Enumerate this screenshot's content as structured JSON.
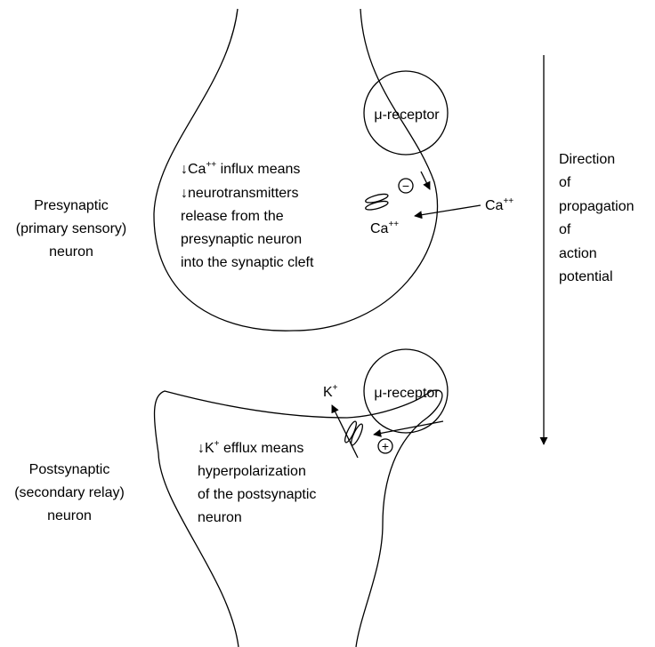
{
  "figure": {
    "presynaptic_label": [
      "Presynaptic",
      "(primary sensory)",
      "neuron"
    ],
    "postsynaptic_label": [
      "Postsynaptic",
      "(secondary relay)",
      "neuron"
    ],
    "upper_receptor_label": "μ-receptor",
    "lower_receptor_label": "μ-receptor",
    "inhibit_sign": "−",
    "excite_sign": "+",
    "ion_outside_upper": {
      "base": "Ca",
      "charge": "++"
    },
    "ion_inside_upper": {
      "base": "Ca",
      "charge": "++"
    },
    "ion_lower": {
      "base": "K",
      "charge": "+"
    },
    "upper_note": {
      "line1_arrow": "↓",
      "line1_base": "Ca",
      "line1_charge": "++",
      "line1_rest": " influx means",
      "lines": [
        "↓neurotransmitters",
        "release from the",
        "presynaptic neuron",
        "into the synaptic cleft"
      ]
    },
    "lower_note": {
      "line1_arrow": "↓",
      "line1_base": "K",
      "line1_charge": "+",
      "line1_rest": " efflux means",
      "lines": [
        "hyperpolarization",
        "of the postsynaptic",
        "neuron"
      ]
    },
    "direction_label": [
      "Direction",
      "of",
      "propagation",
      "of",
      "action",
      "potential"
    ]
  }
}
